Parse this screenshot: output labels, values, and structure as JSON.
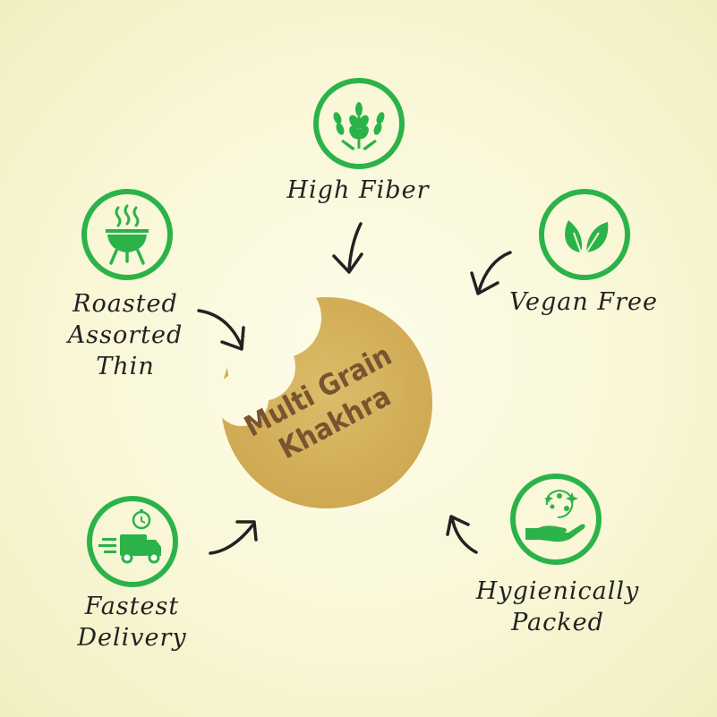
{
  "colors": {
    "icon_green": "#2bb34a",
    "cookie_fill": "#d6b35e",
    "cookie_text": "#7a5430",
    "arrow": "#222222"
  },
  "center": {
    "line1": "Multi Grain",
    "line2": "Khakhra"
  },
  "features": [
    {
      "icon": "wheat-icon",
      "lines": [
        "High Fiber"
      ]
    },
    {
      "icon": "leaf-icon",
      "lines": [
        "Vegan Free"
      ]
    },
    {
      "icon": "grill-icon",
      "lines": [
        "Roasted",
        "Assorted",
        "Thin"
      ]
    },
    {
      "icon": "delivery-truck-icon",
      "lines": [
        "Fastest",
        "Delivery"
      ]
    },
    {
      "icon": "hand-sparkle-icon",
      "lines": [
        "Hygienically",
        "Packed"
      ]
    }
  ]
}
